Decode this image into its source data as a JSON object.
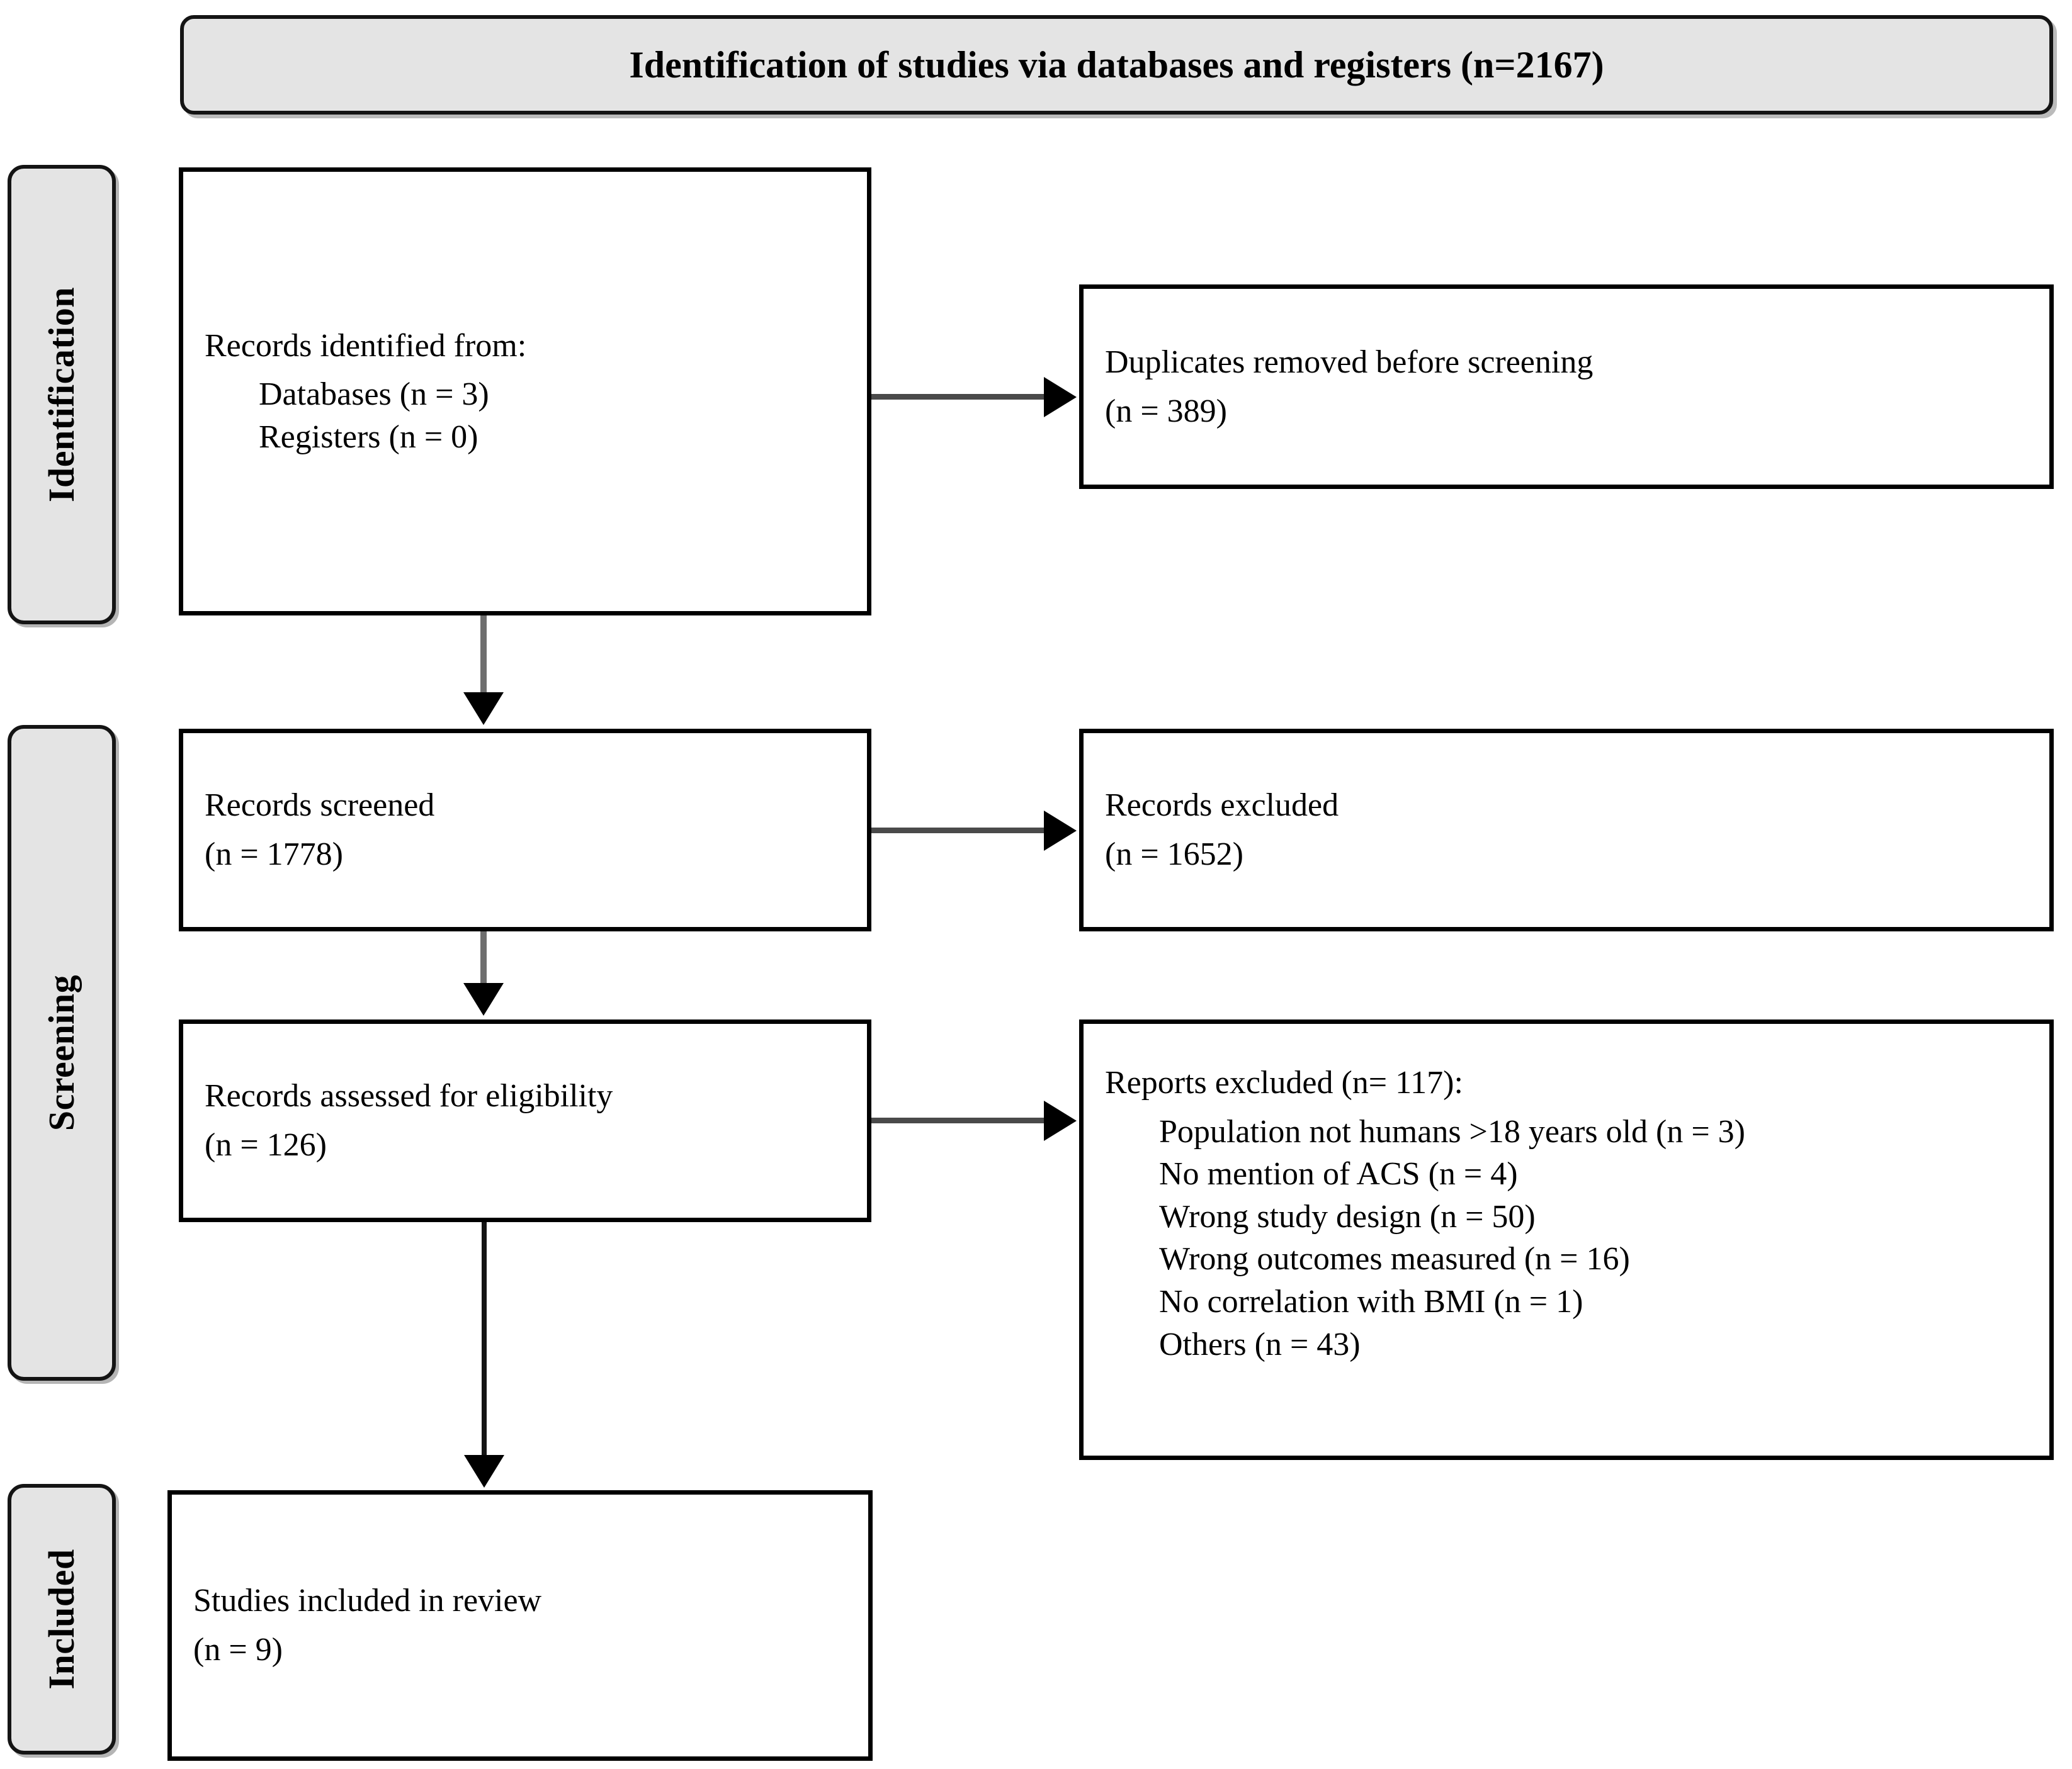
{
  "header": {
    "title": "Identification of studies via databases and registers (n=2167)"
  },
  "stages": [
    {
      "key": "identification",
      "label": "Identification"
    },
    {
      "key": "screening",
      "label": "Screening"
    },
    {
      "key": "included",
      "label": "Included"
    }
  ],
  "boxes": {
    "records_identified": {
      "title": "Records identified from:",
      "items": [
        "Databases (n = 3)",
        "Registers (n = 0)"
      ]
    },
    "duplicates_removed": {
      "title": "Duplicates removed before screening",
      "count": "(n = 389)"
    },
    "records_screened": {
      "title": "Records screened",
      "count": "(n = 1778)"
    },
    "records_excluded": {
      "title": "Records excluded",
      "count": "(n = 1652)"
    },
    "records_assessed": {
      "title": "Records assessed for eligibility",
      "count": "(n = 126)"
    },
    "reports_excluded": {
      "title": "Reports excluded (n= 117):",
      "items": [
        "Population not humans >18 years old (n = 3)",
        "No mention of ACS (n = 4)",
        "Wrong study design (n = 50)",
        "Wrong outcomes measured (n = 16)",
        "No correlation with BMI (n = 1)",
        "Others (n = 43)"
      ]
    },
    "studies_included": {
      "title": "Studies included in review",
      "count": "(n = 9)"
    }
  },
  "chart_data": {
    "type": "diagram",
    "title": "Identification of studies via databases and registers (n=2167)",
    "diagram_kind": "PRISMA flow diagram",
    "nodes": [
      {
        "id": "records_identified",
        "stage": "Identification",
        "label": "Records identified from: Databases (n = 3); Registers (n = 0)",
        "n": 2167
      },
      {
        "id": "duplicates_removed",
        "stage": "Identification",
        "label": "Duplicates removed before screening (n = 389)",
        "n": 389
      },
      {
        "id": "records_screened",
        "stage": "Screening",
        "label": "Records screened (n = 1778)",
        "n": 1778
      },
      {
        "id": "records_excluded",
        "stage": "Screening",
        "label": "Records excluded (n = 1652)",
        "n": 1652
      },
      {
        "id": "records_assessed",
        "stage": "Screening",
        "label": "Records assessed for eligibility (n = 126)",
        "n": 126
      },
      {
        "id": "reports_excluded",
        "stage": "Screening",
        "label": "Reports excluded (n= 117)",
        "n": 117
      },
      {
        "id": "studies_included",
        "stage": "Included",
        "label": "Studies included in review (n = 9)",
        "n": 9
      }
    ],
    "exclusion_reasons": [
      {
        "reason": "Population not humans >18 years old",
        "n": 3
      },
      {
        "reason": "No mention of ACS",
        "n": 4
      },
      {
        "reason": "Wrong study design",
        "n": 50
      },
      {
        "reason": "Wrong outcomes measured",
        "n": 16
      },
      {
        "reason": "No correlation with BMI",
        "n": 1
      },
      {
        "reason": "Others",
        "n": 43
      }
    ],
    "edges": [
      {
        "from": "records_identified",
        "to": "duplicates_removed",
        "direction": "right"
      },
      {
        "from": "records_identified",
        "to": "records_screened",
        "direction": "down"
      },
      {
        "from": "records_screened",
        "to": "records_excluded",
        "direction": "right"
      },
      {
        "from": "records_screened",
        "to": "records_assessed",
        "direction": "down"
      },
      {
        "from": "records_assessed",
        "to": "reports_excluded",
        "direction": "right"
      },
      {
        "from": "records_assessed",
        "to": "studies_included",
        "direction": "down"
      }
    ]
  }
}
